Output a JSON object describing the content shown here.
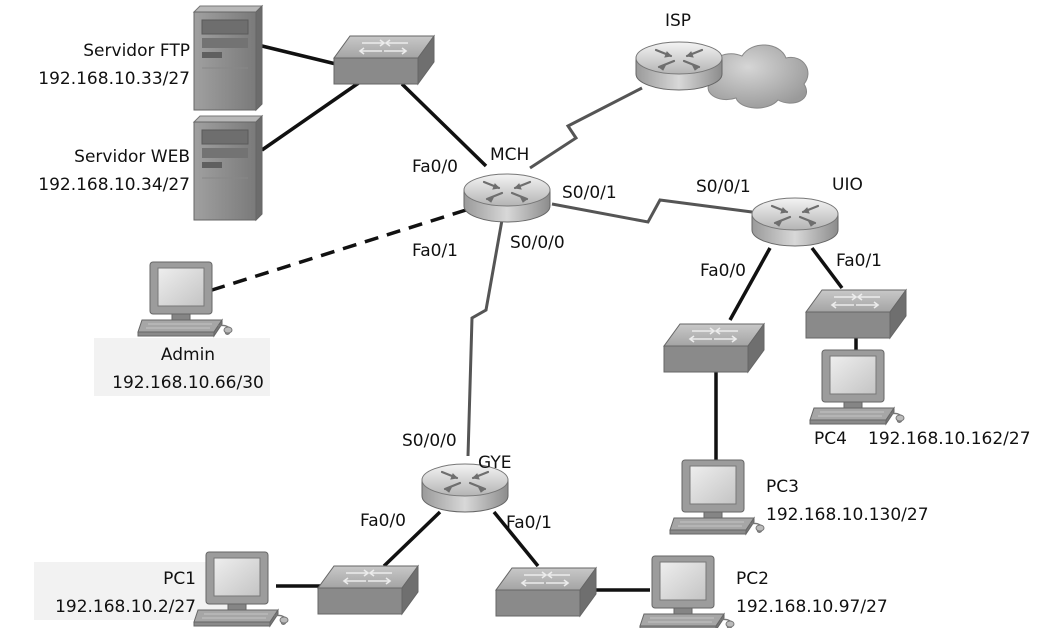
{
  "devices": {
    "ftp_server": {
      "name": "Servidor FTP",
      "ip": "192.168.10.33/27"
    },
    "web_server": {
      "name": "Servidor WEB",
      "ip": "192.168.10.34/27"
    },
    "isp": {
      "name": "ISP"
    },
    "mch": {
      "name": "MCH"
    },
    "uio": {
      "name": "UIO"
    },
    "gye": {
      "name": "GYE"
    },
    "admin": {
      "name": "Admin",
      "ip": "192.168.10.66/30"
    },
    "pc1": {
      "name": "PC1",
      "ip": "192.168.10.2/27"
    },
    "pc2": {
      "name": "PC2",
      "ip": "192.168.10.97/27"
    },
    "pc3": {
      "name": "PC3",
      "ip": "192.168.10.130/27"
    },
    "pc4": {
      "name": "PC4",
      "ip": "192.168.10.162/27"
    }
  },
  "interfaces": {
    "mch_fa00": "Fa0/0",
    "mch_fa01": "Fa0/1",
    "mch_s001": "S0/0/1",
    "mch_s000": "S0/0/0",
    "uio_s001": "S0/0/1",
    "uio_fa00": "Fa0/0",
    "uio_fa01": "Fa0/1",
    "gye_s000": "S0/0/0",
    "gye_fa00": "Fa0/0",
    "gye_fa01": "Fa0/1"
  },
  "colors": {
    "ethernet_link": "#111111",
    "serial_link": "#555555",
    "device_gray": "#8e8e8e",
    "label_bg": "#f2f2f2"
  }
}
